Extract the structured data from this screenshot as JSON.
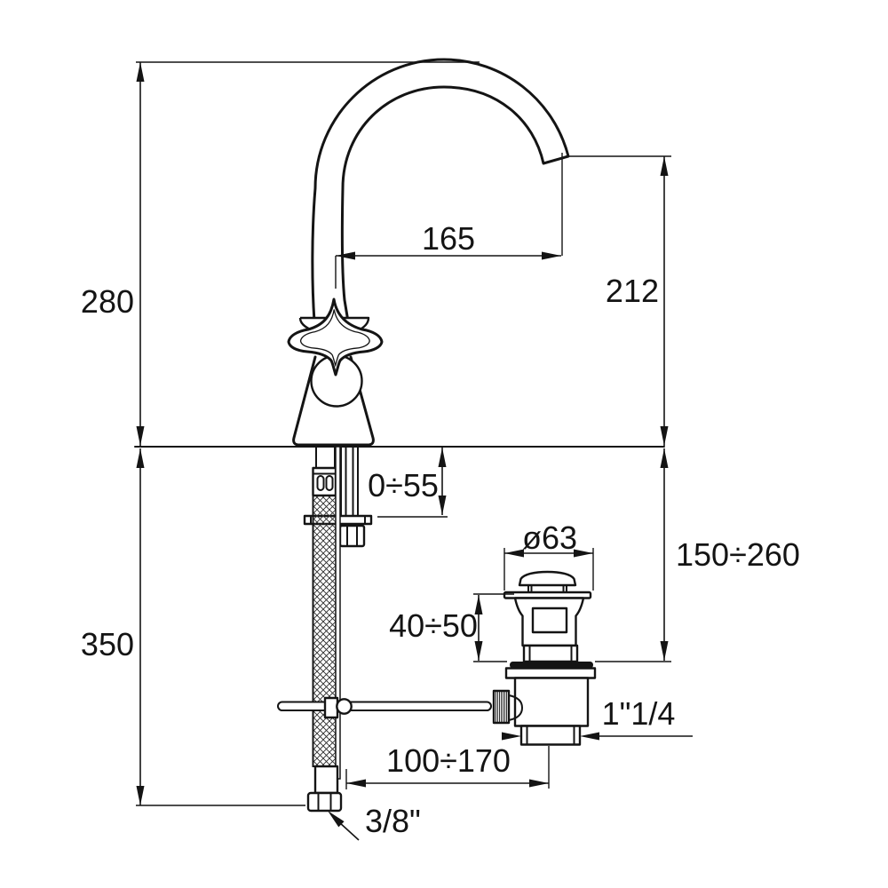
{
  "drawing": {
    "type": "technical-installation-diagram",
    "subject": "single-hole basin mixer tap with gooseneck spout and pop-up waste",
    "colors": {
      "line": "#141414",
      "background": "#ffffff"
    },
    "dims": {
      "spout_height_overall": "280",
      "below_deck_depth": "350",
      "spout_reach": "165",
      "spout_outlet_height": "212",
      "deck_thickness_range": "0÷55",
      "waste_height_range": "150÷260",
      "waste_cap_diameter": "ø63",
      "basin_clamp_range": "40÷50",
      "rod_horizontal_range": "100÷170",
      "waste_outlet_thread": "1\"1/4",
      "supply_hose_thread": "3/8\""
    }
  }
}
